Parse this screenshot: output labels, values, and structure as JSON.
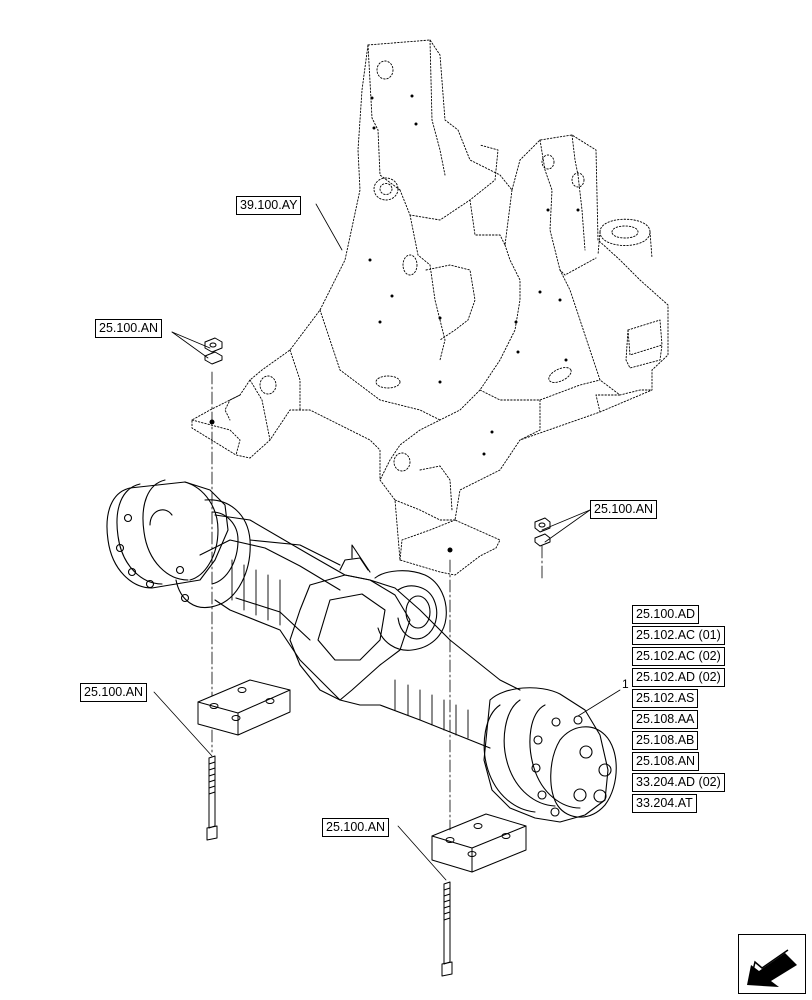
{
  "callouts": {
    "frame_ref": "39.100.AY",
    "upper_left_ref": "25.100.AN",
    "upper_right_ref": "25.100.AN",
    "lower_left_ref": "25.100.AN",
    "lower_center_ref": "25.100.AN"
  },
  "item_number": "1",
  "reference_list": [
    "25.100.AD",
    "25.102.AC (01)",
    "25.102.AC (02)",
    "25.102.AD (02)",
    "25.102.AS",
    "25.108.AA",
    "25.108.AB",
    "25.108.AN",
    "33.204.AD (02)",
    "33.204.AT"
  ],
  "nav": {
    "icon": "arrow-left-icon"
  }
}
